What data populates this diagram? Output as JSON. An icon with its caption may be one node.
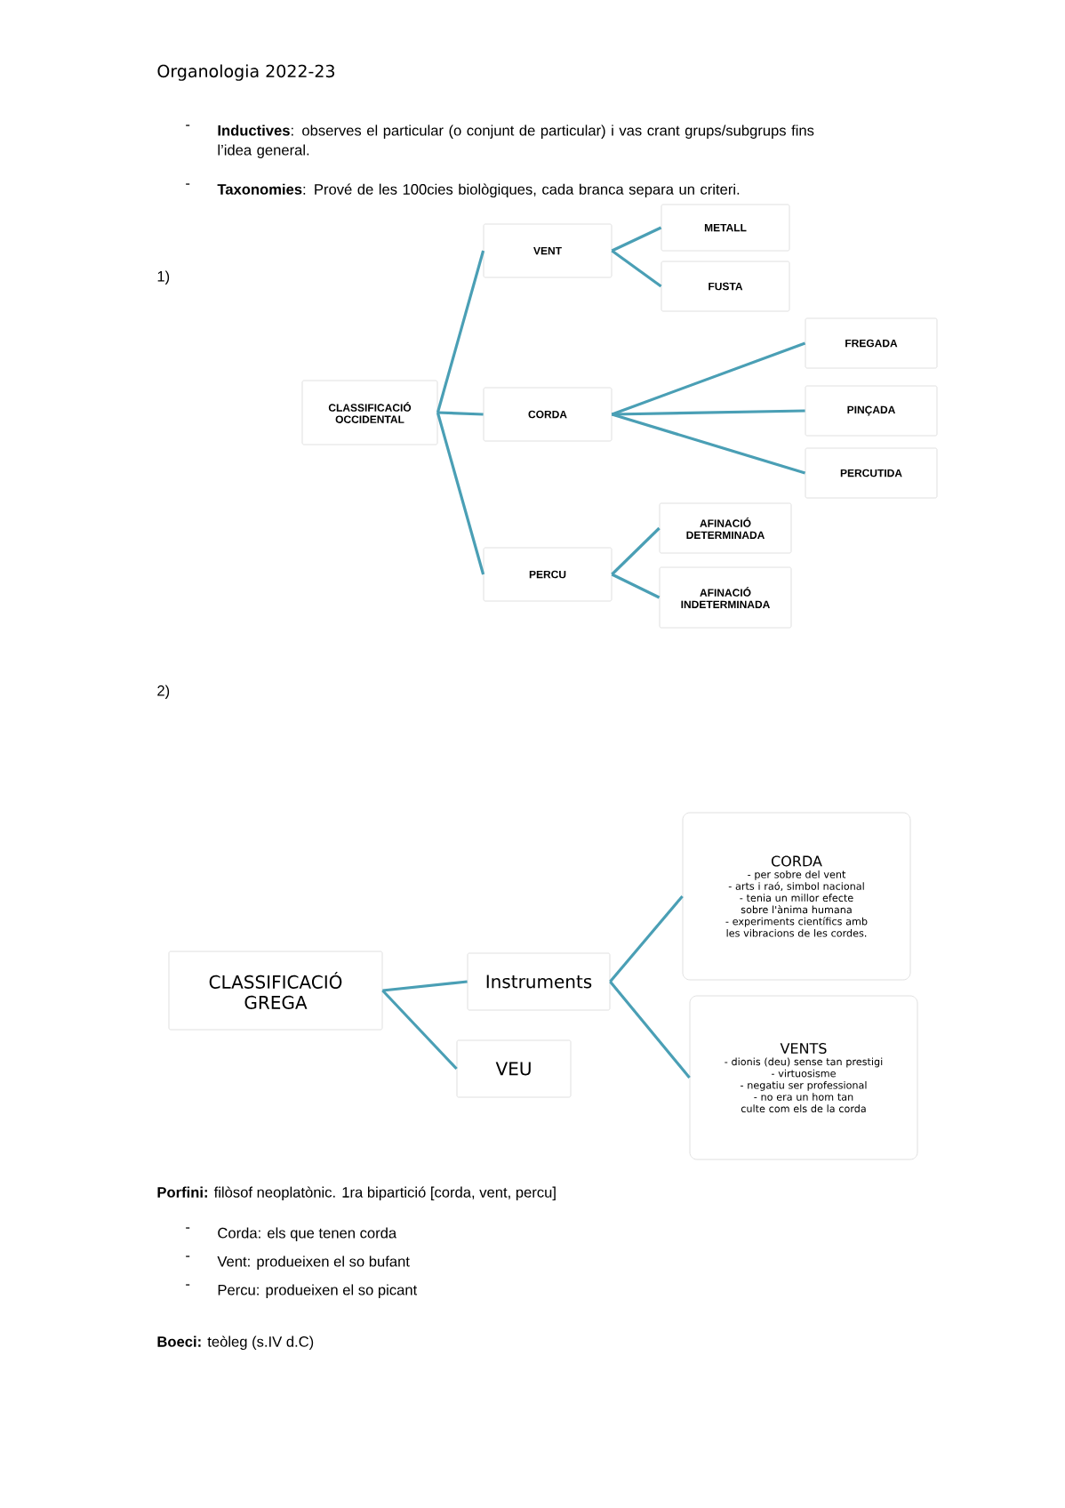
{
  "diagram": {
    "nodes": [
      {
        "text": [
          "CLASSIFICACIÓ OCCIDENTAL"
        ]
      },
      {
        "text": [
          "VENT"
        ]
      },
      {
        "text": [
          "METALL"
        ]
      },
      {
        "text": [
          "FUSTA"
        ]
      },
      {
        "text": [
          "CORDA"
        ]
      },
      {
        "text": [
          "FREGADA"
        ]
      },
      {
        "text": [
          "PINÇADA"
        ]
      },
      {
        "text": [
          "PERCUTIDA"
        ]
      },
      {
        "text": [
          "PERCU"
        ]
      },
      {
        "text": [
          "AFINACIÓ DETERMINADA"
        ]
      },
      {
        "text": [
          "AFINACIÓ INDETERMINADA"
        ]
      },
      {
        "text": [
          "CLASSIFICACIÓ GREGA"
        ]
      },
      {
        "text": [
          "Instruments"
        ]
      },
      {
        "text": [
          "VEU"
        ]
      },
      {
        "text": [
          "CORDA",
          "- per sobre del vent",
          "- arts i raó, simbol nacional",
          "- tenia un millor efecte sobre l'ànima humana",
          "- experiments científics amb les vibracions de les cordes."
        ]
      },
      {
        "text": [
          "VENTS",
          "- dionis (deu) sense tan prestigi",
          "- virtuosisme",
          "- negatiu ser professional",
          "- no era un hom tan culte com els de la corda"
        ]
      }
    ],
    "edges": [
      {
        "from": 0,
        "to": 1,
        "arrow": "none"
      },
      {
        "from": 0,
        "to": 4,
        "arrow": "none"
      },
      {
        "from": 0,
        "to": 8,
        "arrow": "none"
      },
      {
        "from": 1,
        "to": 2,
        "arrow": "none"
      },
      {
        "from": 1,
        "to": 3,
        "arrow": "none"
      },
      {
        "from": 4,
        "to": 5,
        "arrow": "none"
      },
      {
        "from": 4,
        "to": 6,
        "arrow": "none"
      },
      {
        "from": 4,
        "to": 7,
        "arrow": "none"
      },
      {
        "from": 8,
        "to": 9,
        "arrow": "none"
      },
      {
        "from": 8,
        "to": 10,
        "arrow": "none"
      },
      {
        "from": 11,
        "to": 12,
        "arrow": "none"
      },
      {
        "from": 11,
        "to": 13,
        "arrow": "none"
      },
      {
        "from": 12,
        "to": 14,
        "arrow": "none"
      },
      {
        "from": 12,
        "to": 15,
        "arrow": "none"
      }
    ],
    "labels": [
      "Organologia 2022-23",
      "-",
      "**Inductives**: observes el particular (o conjunt de particular) i vas crant grups/subgrups fins l’idea general.",
      "-",
      "**Taxonomies**: Prové de les 100cies biològiques, cada branca separa un criteri.",
      "1)",
      "2)",
      "**Porfini:** filòsof neoplatònic. 1ra bipartició [corda, vent, percu]",
      "-",
      "Corda: els que tenen corda",
      "-",
      "Vent: produeixen el so bufant",
      "-",
      "Percu: produeixen el so picant",
      "**Boeci:** teòleg (s.IV d.C)"
    ]
  }
}
